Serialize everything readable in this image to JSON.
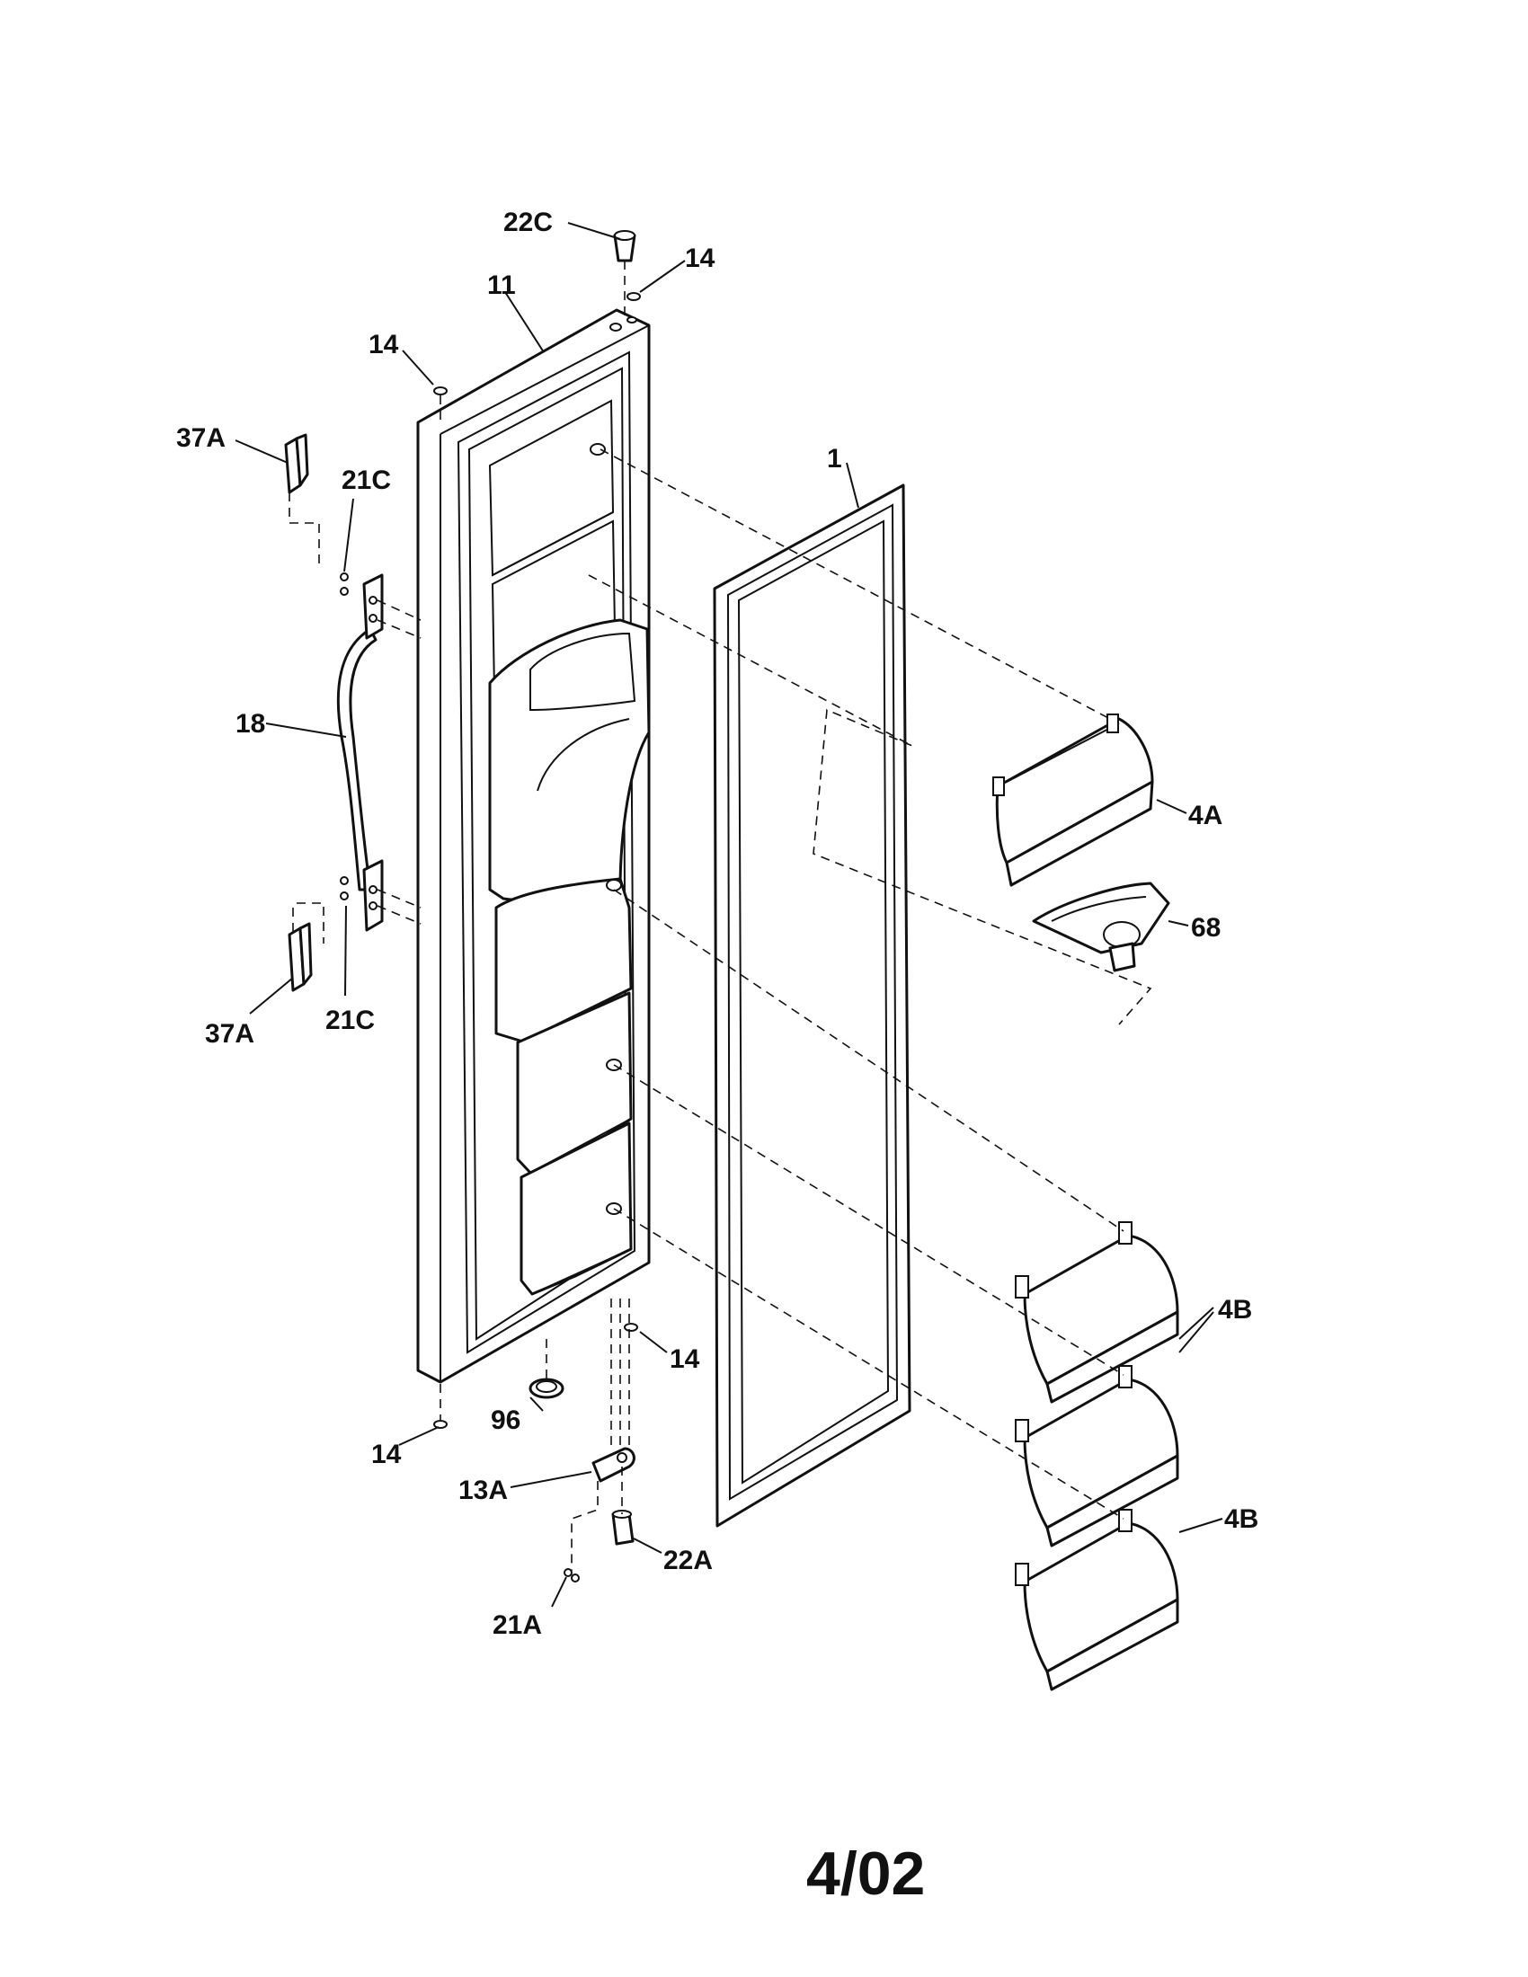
{
  "diagram": {
    "date_code": "4/02",
    "callouts": {
      "c22C": "22C",
      "c14_top_right": "14",
      "c11": "11",
      "c14_top_left": "14",
      "c37A_top": "37A",
      "c21C_top": "21C",
      "c1": "1",
      "c18": "18",
      "c4A": "4A",
      "c68": "68",
      "c37A_bottom": "37A",
      "c21C_bottom": "21C",
      "c4B_upper": "4B",
      "c14_bottom_right": "14",
      "c96": "96",
      "c14_bottom_left": "14",
      "c13A": "13A",
      "c22A": "22A",
      "c21A": "21A",
      "c4B_lower": "4B"
    }
  }
}
